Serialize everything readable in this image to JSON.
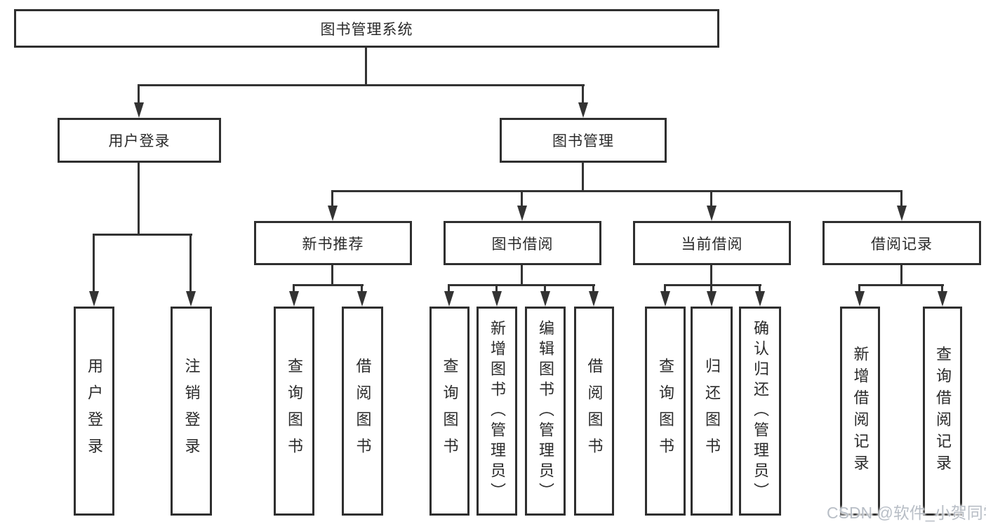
{
  "title": "图书管理系统",
  "colors": {
    "line": "#333333",
    "box_border": "#2f2f2f",
    "text": "#2a2a2a",
    "watermark": "#b8bec6",
    "background": "#ffffff"
  },
  "nodes": {
    "root": {
      "label": "图书管理系统"
    },
    "user_login": {
      "label": "用户登录"
    },
    "book_management": {
      "label": "图书管理"
    },
    "new_book_recommendation": {
      "label": "新书推荐"
    },
    "book_borrowing": {
      "label": "图书借阅"
    },
    "current_borrowing": {
      "label": "当前借阅"
    },
    "borrowing_records": {
      "label": "借阅记录"
    }
  },
  "leaves": {
    "user_login_group": [
      "用户登录",
      "注销登录"
    ],
    "new_book_group": [
      "查询图书",
      "借阅图书"
    ],
    "book_borrowing_group": [
      "查询图书",
      "新增图书（管理员）",
      "编辑图书（管理员）",
      "借阅图书"
    ],
    "current_borrowing_group": [
      "查询图书",
      "归还图书",
      "确认归还（管理员）"
    ],
    "borrowing_records_group": [
      "新增借阅记录",
      "查询借阅记录"
    ]
  },
  "watermark": "CSDN @软件_小贺同学"
}
